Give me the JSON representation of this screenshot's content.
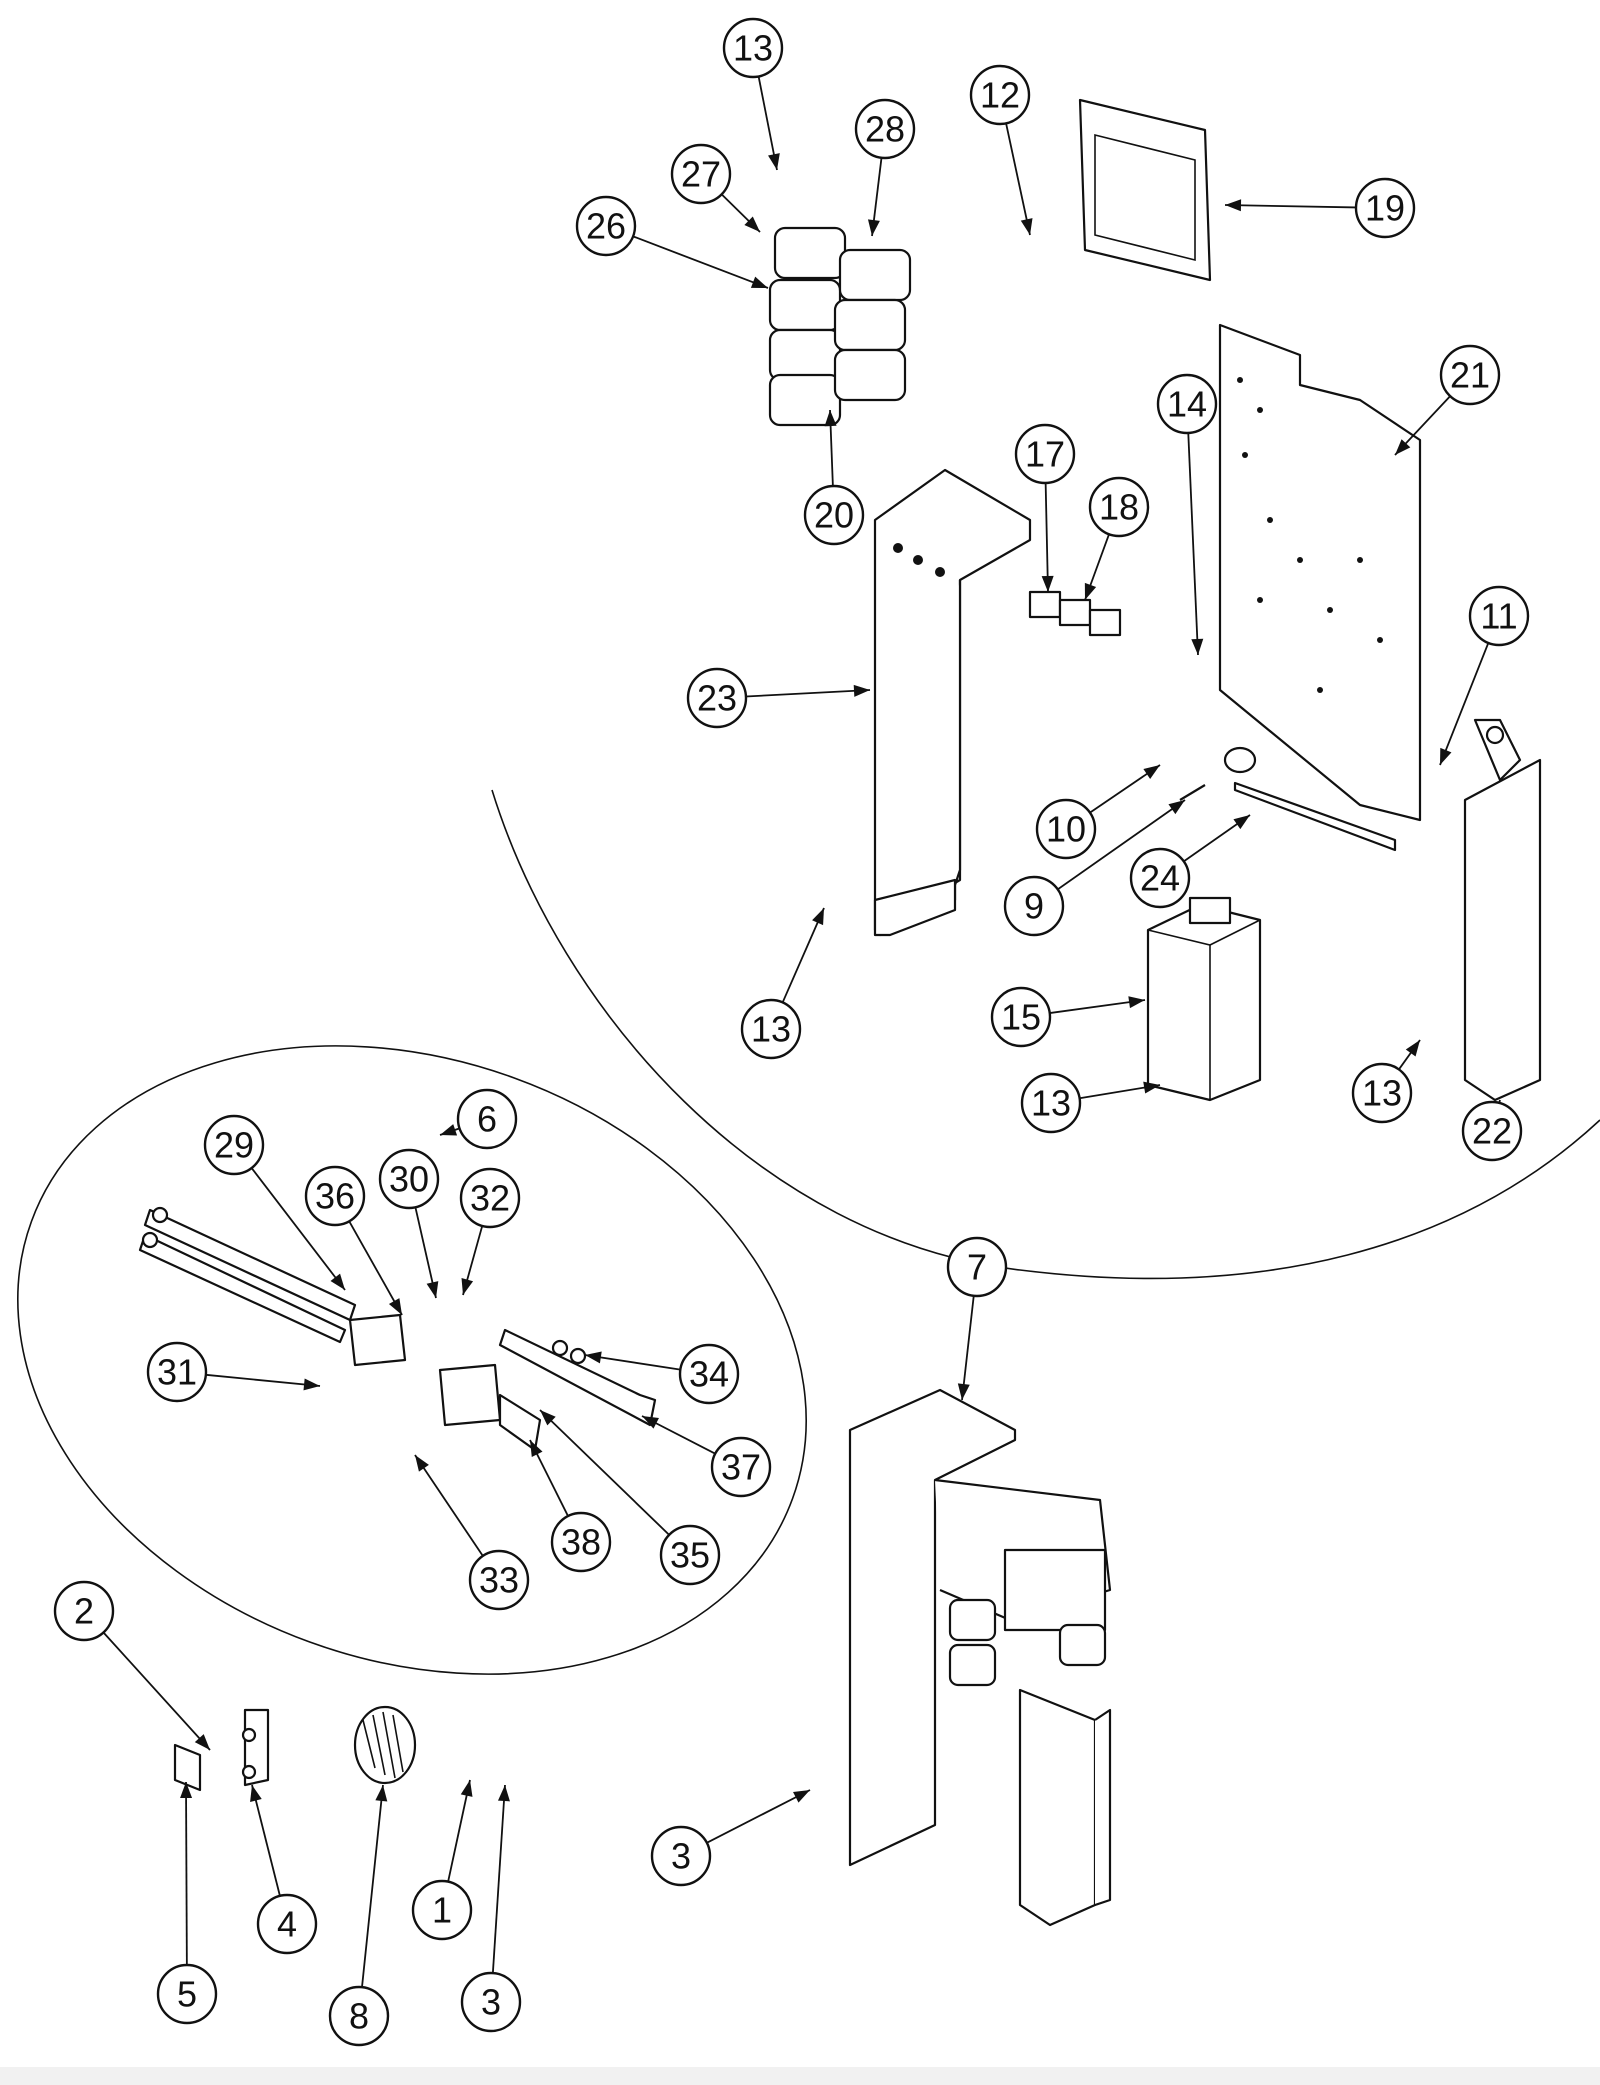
{
  "callouts": [
    {
      "label": "13"
    },
    {
      "label": "27"
    },
    {
      "label": "28"
    },
    {
      "label": "26"
    },
    {
      "label": "12"
    },
    {
      "label": "19"
    },
    {
      "label": "21"
    },
    {
      "label": "14"
    },
    {
      "label": "17"
    },
    {
      "label": "18"
    },
    {
      "label": "20"
    },
    {
      "label": "11"
    },
    {
      "label": "23"
    },
    {
      "label": "10"
    },
    {
      "label": "24"
    },
    {
      "label": "9"
    },
    {
      "label": "13"
    },
    {
      "label": "15"
    },
    {
      "label": "13"
    },
    {
      "label": "13"
    },
    {
      "label": "22"
    },
    {
      "label": "6"
    },
    {
      "label": "29"
    },
    {
      "label": "36"
    },
    {
      "label": "30"
    },
    {
      "label": "32"
    },
    {
      "label": "7"
    },
    {
      "label": "31"
    },
    {
      "label": "34"
    },
    {
      "label": "37"
    },
    {
      "label": "38"
    },
    {
      "label": "35"
    },
    {
      "label": "33"
    },
    {
      "label": "2"
    },
    {
      "label": "3"
    },
    {
      "label": "4"
    },
    {
      "label": "1"
    },
    {
      "label": "5"
    },
    {
      "label": "8"
    },
    {
      "label": "3"
    }
  ]
}
